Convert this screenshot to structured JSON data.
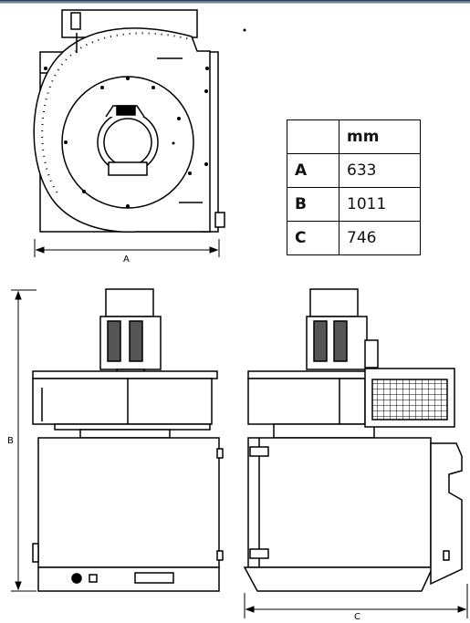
{
  "dimensions_table": {
    "header_unit": "mm",
    "rows": [
      {
        "key": "A",
        "value": "633"
      },
      {
        "key": "B",
        "value": "1011"
      },
      {
        "key": "C",
        "value": "746"
      }
    ]
  },
  "labels": {
    "dim_a": "A",
    "dim_b": "B",
    "dim_c": "C"
  }
}
